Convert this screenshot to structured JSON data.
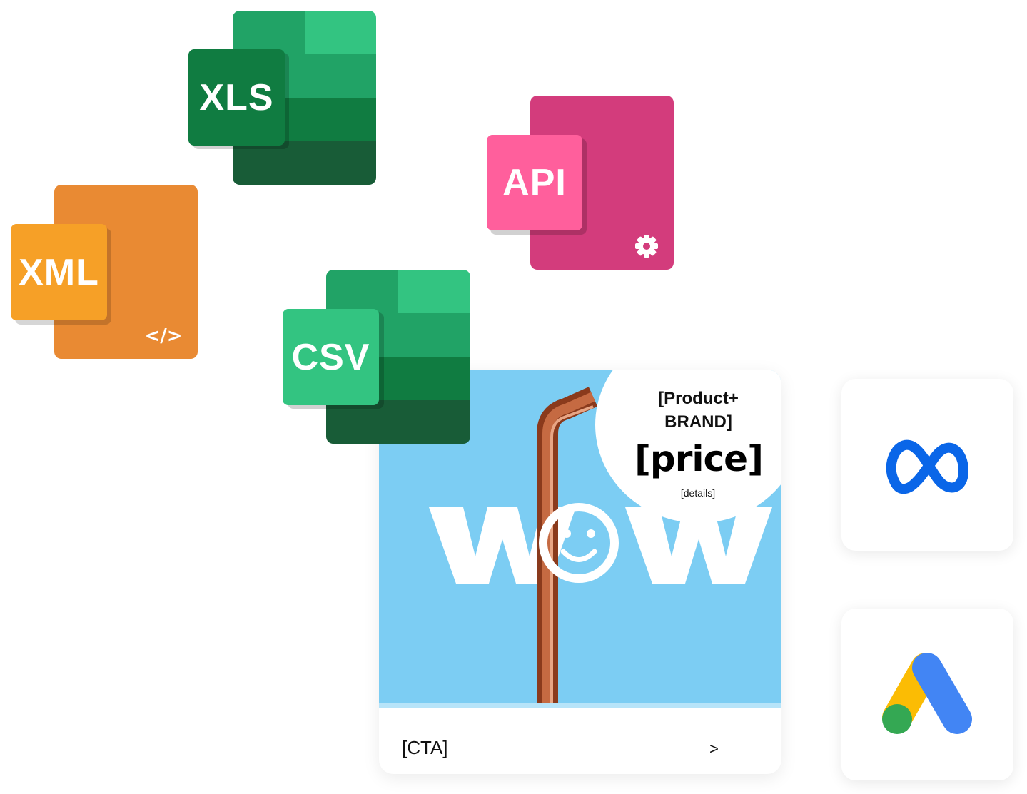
{
  "file_formats": {
    "xls": {
      "label": "XLS"
    },
    "xml": {
      "label": "XML",
      "badge": "</>"
    },
    "api": {
      "label": "API",
      "badge": "gear-icon"
    },
    "csv": {
      "label": "CSV"
    }
  },
  "colors": {
    "excel_light": "#33c481",
    "excel_mid": "#21a366",
    "excel_green": "#107c41",
    "excel_dark": "#185c37",
    "xml_back": "#e98a33",
    "xml_front": "#f6a027",
    "api_back": "#d33c7c",
    "api_front": "#ff5f9c",
    "ad_sky": "#7ccdf3",
    "meta_blue": "#0a66e8",
    "google_blue": "#4285f4",
    "google_yellow": "#fbbc04",
    "google_green": "#34a853"
  },
  "ad": {
    "product_brand": "[Product+\nBRAND]",
    "price": "[price]",
    "details": "[details]",
    "headline_graphic": "WOW",
    "cta": "[CTA]",
    "cta_arrow": ">"
  },
  "platforms": [
    {
      "name": "meta",
      "icon": "meta-logo-icon"
    },
    {
      "name": "google-ads",
      "icon": "google-ads-logo-icon"
    }
  ]
}
